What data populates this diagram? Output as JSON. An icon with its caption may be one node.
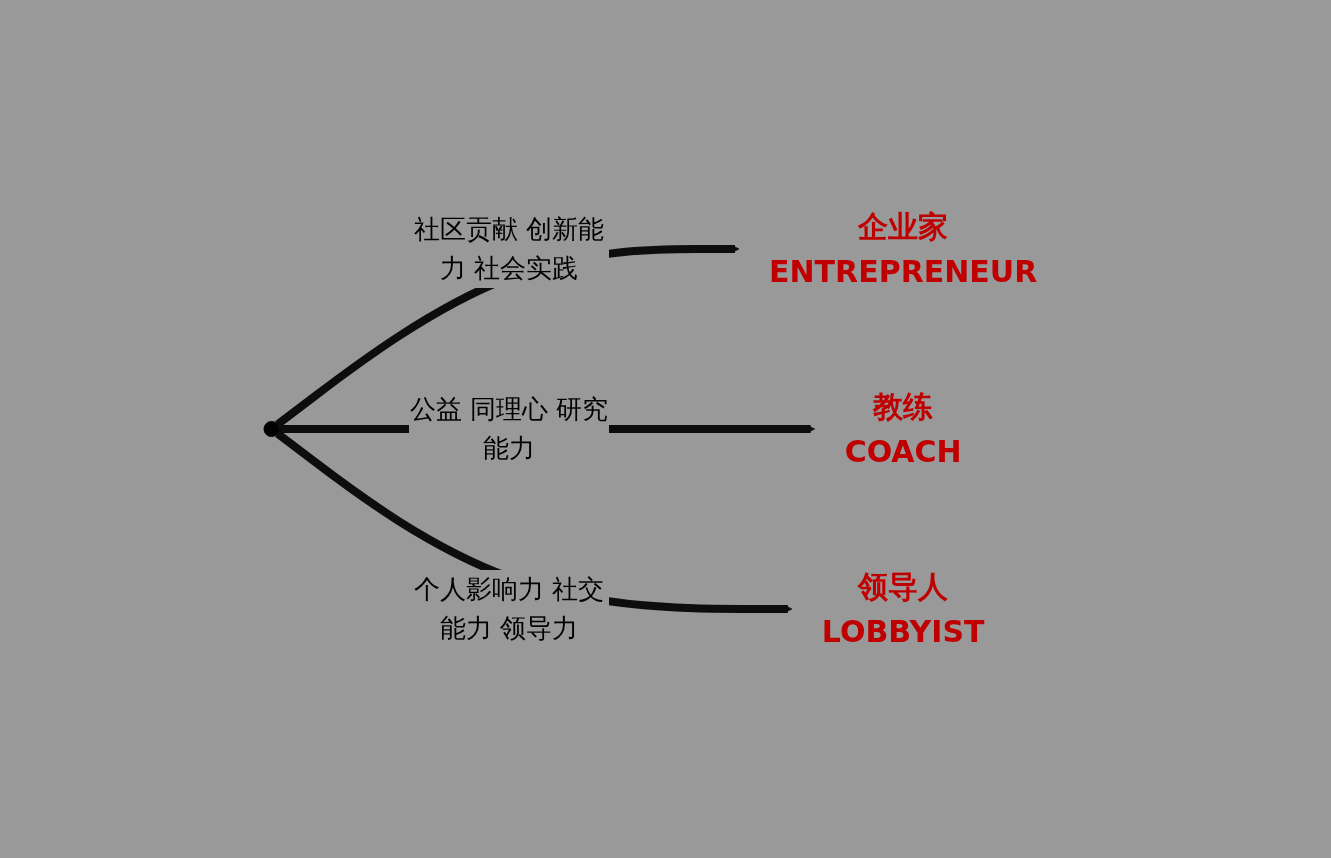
{
  "diagram": {
    "nodes": [
      {
        "text": [],
        "shape": "circle"
      },
      {
        "text": [
          "企业家",
          "ENTREPRENEUR"
        ]
      },
      {
        "text": [
          "教练",
          "COACH"
        ]
      },
      {
        "text": [
          "领导人",
          "LOBBYIST"
        ]
      }
    ],
    "edges": [
      {
        "from": 0,
        "to": 1,
        "arrow": "to",
        "label": "社区贡献 创新能力 社会实践"
      },
      {
        "from": 0,
        "to": 2,
        "arrow": "to",
        "label": "公益 同理心 研究能力"
      },
      {
        "from": 0,
        "to": 3,
        "arrow": "to",
        "label": "个人影响力 社交能力 领导力"
      }
    ]
  }
}
